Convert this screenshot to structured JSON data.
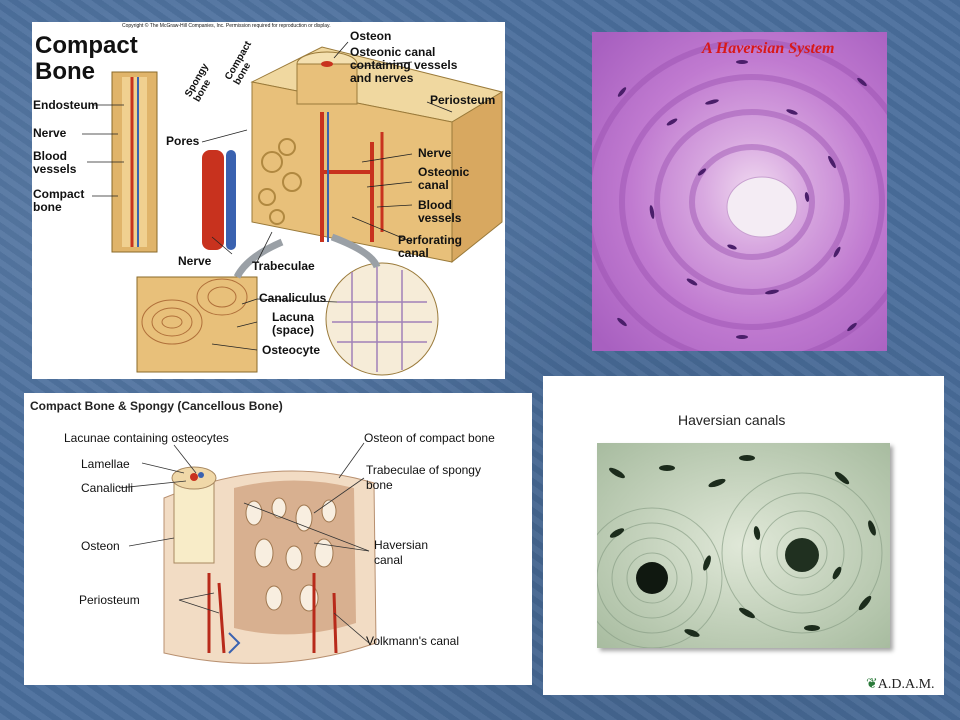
{
  "panel1": {
    "copyright": "Copyright © The McGraw-Hill Companies, Inc. Permission required for reproduction or display.",
    "title_line1": "Compact",
    "title_line2": "Bone",
    "labels": {
      "osteon": "Osteon",
      "osteonic_canal_vessels_l1": "Osteonic canal",
      "osteonic_canal_vessels_l2": "containing vessels",
      "osteonic_canal_vessels_l3": "and nerves",
      "periosteum": "Periosteum",
      "endosteum": "Endosteum",
      "nerve_left": "Nerve",
      "blood_vessels_left_l1": "Blood",
      "blood_vessels_left_l2": "vessels",
      "compact_bone_left_l1": "Compact",
      "compact_bone_left_l2": "bone",
      "spongy_bone_l1": "Spongy",
      "spongy_bone_l2": "bone",
      "compact_bone_mid_l1": "Compact",
      "compact_bone_mid_l2": "bone",
      "pores": "Pores",
      "nerve_right": "Nerve",
      "osteonic_canal_l1": "Osteonic",
      "osteonic_canal_l2": "canal",
      "blood_vessels_right_l1": "Blood",
      "blood_vessels_right_l2": "vessels",
      "perforating_canal_l1": "Perforating",
      "perforating_canal_l2": "canal",
      "nerve_bottom": "Nerve",
      "trabeculae": "Trabeculae",
      "canaliculus": "Canaliculus",
      "lacuna_l1": "Lacuna",
      "lacuna_l2": "(space)",
      "osteocyte": "Osteocyte"
    }
  },
  "panel2": {
    "title": "A Haversian System"
  },
  "panel3": {
    "title": "Compact Bone & Spongy (Cancellous Bone)",
    "labels": {
      "lacunae": "Lacunae containing osteocytes",
      "lamellae": "Lamellae",
      "canaliculi": "Canaliculi",
      "osteon": "Osteon",
      "periosteum": "Periosteum",
      "osteon_compact": "Osteon of compact bone",
      "trabeculae_l1": "Trabeculae of  spongy",
      "trabeculae_l2": "bone",
      "haversian_l1": "Haversian",
      "haversian_l2": "canal",
      "volkmann": "Volkmann's canal"
    }
  },
  "panel4": {
    "caption": "Haversian canals",
    "logo": "A.D.A.M."
  },
  "colors": {
    "background": "#4a6e9c",
    "bone": "#e8c88a",
    "artery": "#c8321e",
    "vein": "#3a62b0",
    "stain_purple": "#b070c8",
    "stain_green": "#c8d8c0",
    "red_title": "#d81818"
  }
}
